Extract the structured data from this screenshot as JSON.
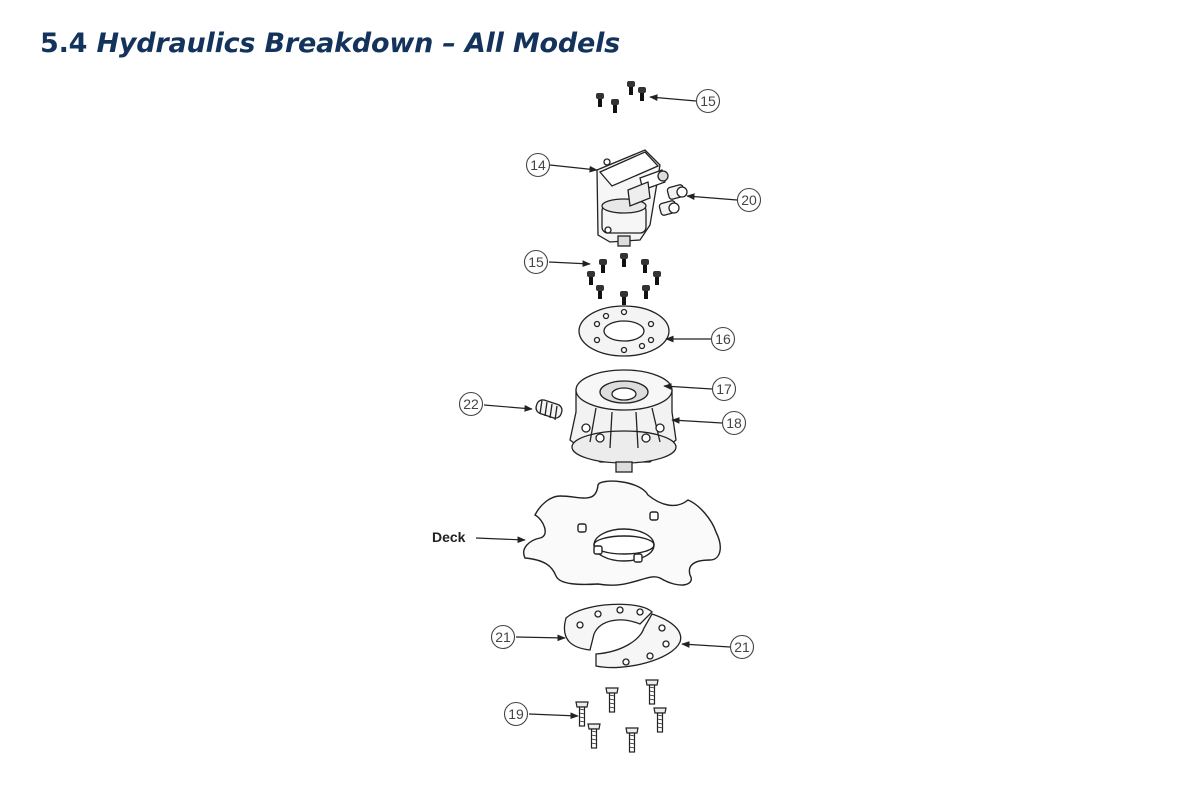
{
  "title": {
    "number": "5.4",
    "text": "Hydraulics Breakdown – All Models"
  },
  "callouts": {
    "c15_top": "15",
    "c14": "14",
    "c20": "20",
    "c15_mid": "15",
    "c16": "16",
    "c17": "17",
    "c22": "22",
    "c18": "18",
    "c21_left": "21",
    "c21_right": "21",
    "c19": "19"
  },
  "labels": {
    "deck": "Deck"
  },
  "colors": {
    "title": "#14335c",
    "line": "#222222",
    "part_fill": "#f4f4f4"
  }
}
